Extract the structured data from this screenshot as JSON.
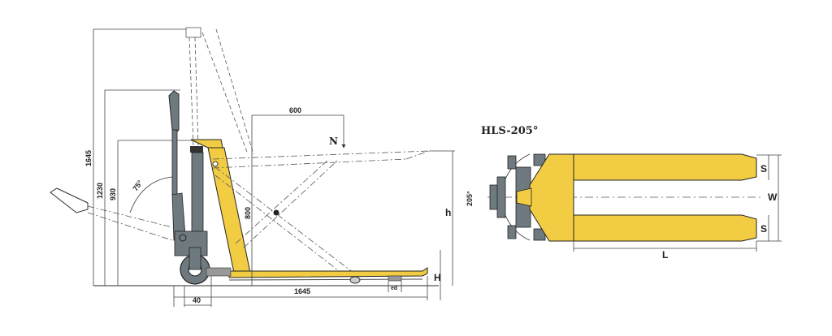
{
  "diagram": {
    "type": "technical-drawing",
    "subject": "high-lift scissor pallet truck",
    "colors": {
      "body_yellow": "#f2cd44",
      "hydraulic_gray": "#6e7a80",
      "outline": "#222222",
      "dim_line": "#555555"
    },
    "side_view": {
      "dimensions": {
        "overall_height_raised_handle": "1645",
        "handle_height": "1230",
        "lower_handle_height": "930",
        "handle_angle": "75°",
        "load_center": "600",
        "load_label": "N",
        "lift_height": "800",
        "max_height": "h",
        "lowered_height": "H",
        "fork_length": "1645",
        "wheel_offset": "40",
        "roller_dim": "ed"
      }
    },
    "top_view": {
      "title": "HLS-205°",
      "steering_angle": "205°",
      "dimensions": {
        "fork_width_top": "S",
        "fork_width_bottom": "S",
        "overall_width": "W",
        "fork_length": "L"
      }
    }
  }
}
